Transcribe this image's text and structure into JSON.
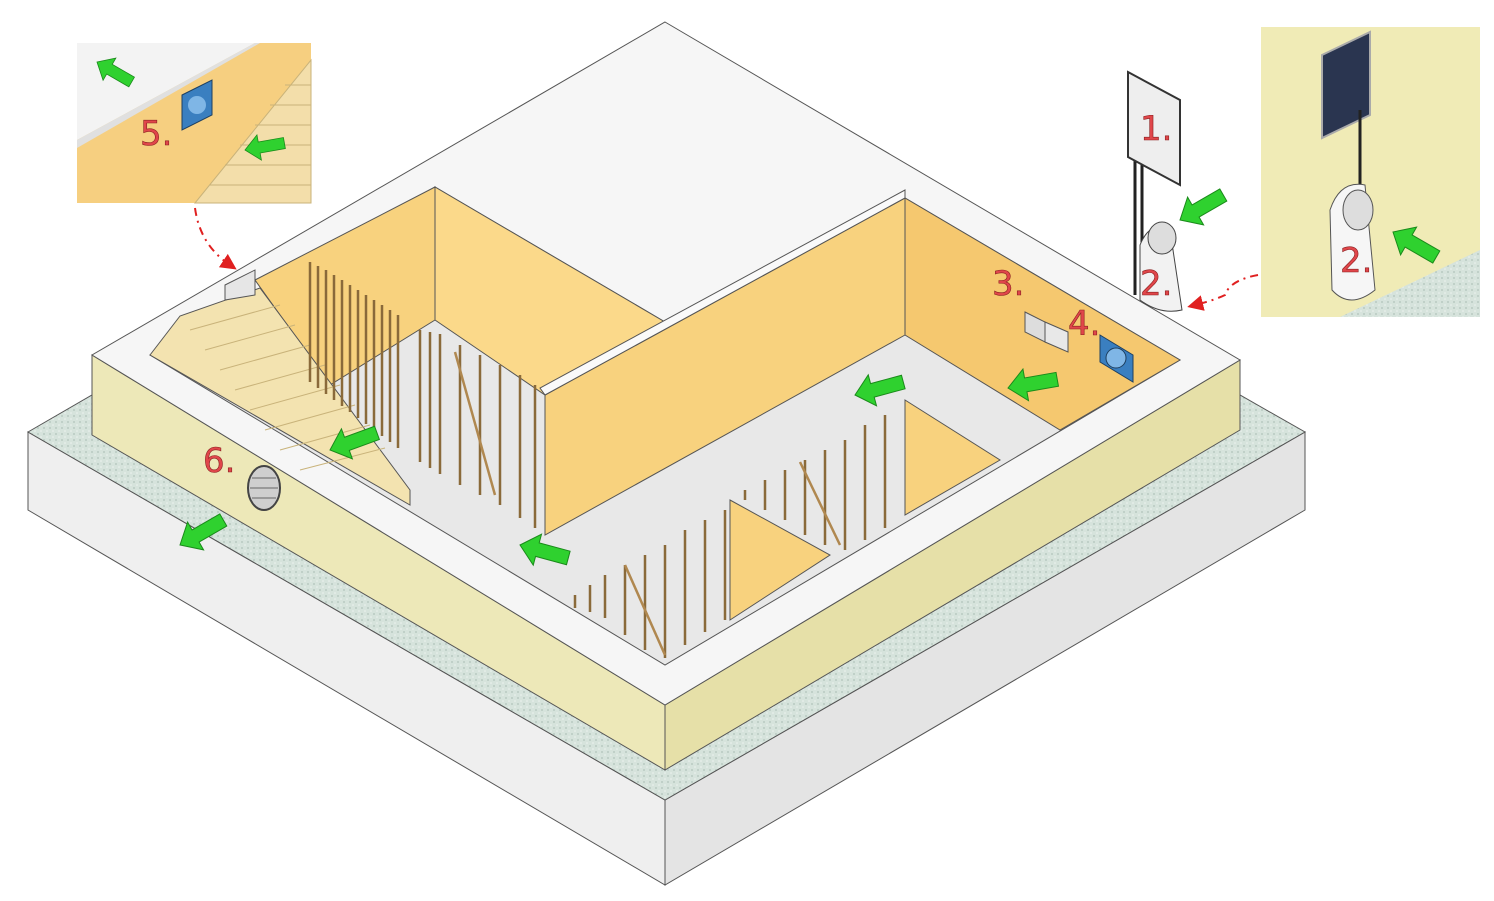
{
  "diagram": {
    "labels": {
      "solar_panel": "1.",
      "intake_vent": "2.",
      "inset_vent": "2.",
      "controller": "3.",
      "fan": "4.",
      "stair_fan": "5.",
      "exhaust_vent": "6."
    },
    "colors": {
      "arrow": "#2fd12f",
      "wall_interior": "#f8d27e",
      "wall_exterior": "#ede8b8",
      "label": "#e0464a",
      "leader": "#e02020"
    }
  }
}
